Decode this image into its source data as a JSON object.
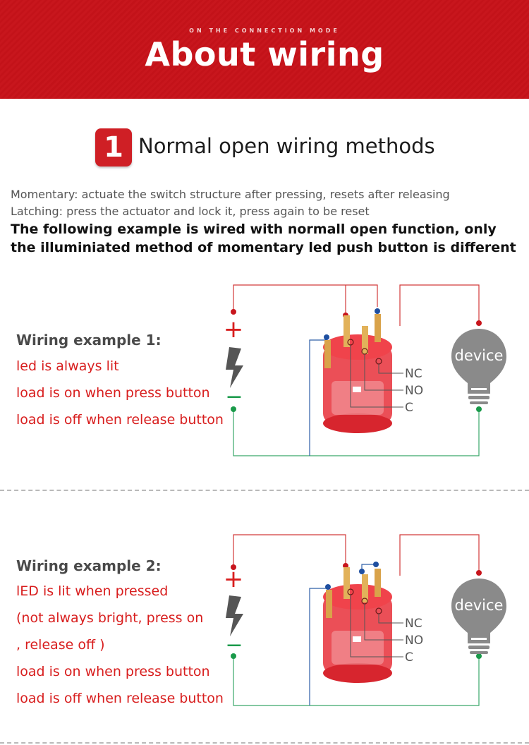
{
  "banner": {
    "subtitle": "ON THE CONNECTION MODE",
    "title": "About wiring"
  },
  "section": {
    "number": "1",
    "title": "Normal open wiring methods"
  },
  "description": {
    "momentary": "Momentary: actuate the switch structure after pressing, resets after releasing",
    "latching": "Latching: press the actuator and lock it, press again to be reset",
    "note": "The following example is wired with normall  open function,  only the illuminiated method of  momentary led push button is different"
  },
  "examples": [
    {
      "title": "Wiring example 1:",
      "lines": [
        "led  is always lit",
        "load is on when press button",
        "load is  off when release button"
      ]
    },
    {
      "title": "Wiring example 2:",
      "lines": [
        "lED is lit when pressed",
        "(not always bright, press on",
        ", release off )",
        "load is on when press button",
        "load is  off when release button"
      ]
    }
  ],
  "diagram": {
    "plus": "+",
    "minus": "−",
    "device_label": "device",
    "terminal_labels": [
      "NC",
      "NO",
      "C"
    ]
  },
  "colors": {
    "banner_red": "#c8161d",
    "text_red": "#d81e1e",
    "wire_red": "#d23a3a",
    "wire_green": "#3aa86a",
    "wire_blue": "#2e5fa8",
    "dot_blue": "#1f4fa0",
    "dot_green": "#1a9a4a",
    "device_gray": "#8a8a8a"
  }
}
